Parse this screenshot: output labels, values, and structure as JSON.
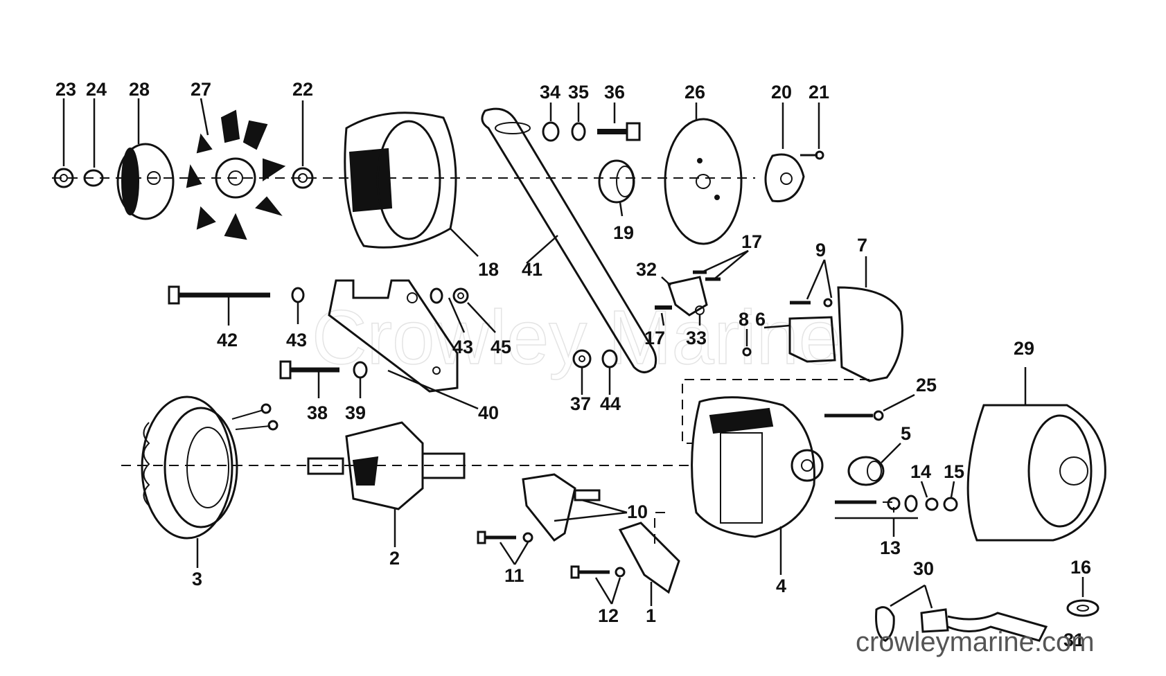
{
  "watermark": {
    "center_text": "Crowley Marine",
    "corner_text": "crowleymarine.com"
  },
  "labels": {
    "n1": "1",
    "n2": "2",
    "n3": "3",
    "n4": "4",
    "n5": "5",
    "n6": "6",
    "n7": "7",
    "n8": "8",
    "n9": "9",
    "n10": "10",
    "n11": "11",
    "n12": "12",
    "n13": "13",
    "n14": "14",
    "n15": "15",
    "n16": "16",
    "n17a": "17",
    "n17b": "17",
    "n18": "18",
    "n19": "19",
    "n20": "20",
    "n21": "21",
    "n22": "22",
    "n23": "23",
    "n24": "24",
    "n25": "25",
    "n26": "26",
    "n27": "27",
    "n28": "28",
    "n29": "29",
    "n30": "30",
    "n31": "31",
    "n32": "32",
    "n33": "33",
    "n34": "34",
    "n35": "35",
    "n36": "36",
    "n37": "37",
    "n38": "38",
    "n39": "39",
    "n40": "40",
    "n41": "41",
    "n42": "42",
    "n43a": "43",
    "n43b": "43",
    "n44": "44",
    "n45": "45"
  }
}
